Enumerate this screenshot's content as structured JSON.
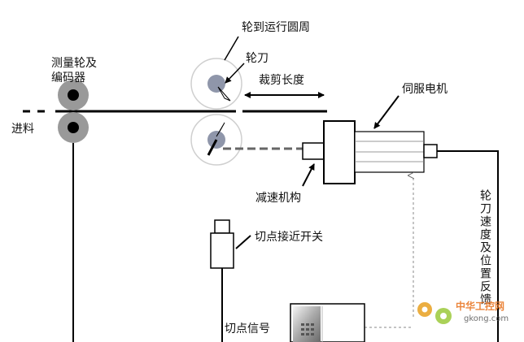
{
  "labels": {
    "encoder_title_1": "测量轮及",
    "encoder_title_2": "编码器",
    "feed": "进料",
    "rotary_circle": "轮到运行圆周",
    "knife": "轮刀",
    "cut_length": "裁剪长度",
    "servo_motor": "伺服电机",
    "reducer": "减速机构",
    "cut_switch": "切点接近开关",
    "cut_signal": "切点信号",
    "feedback_vertical": "轮刀速度及位置反馈"
  },
  "watermark": {
    "text_cn": "中华工控网",
    "text_en": "gkong.com"
  },
  "colors": {
    "line": "#000000",
    "roller_fill": "#999999",
    "knife_fill": "#8f96aa",
    "circle_stroke": "#cfcfcf",
    "dashed_gray": "#666666",
    "watermark_orange": "#e8a020",
    "watermark_green": "#9cc93b"
  }
}
